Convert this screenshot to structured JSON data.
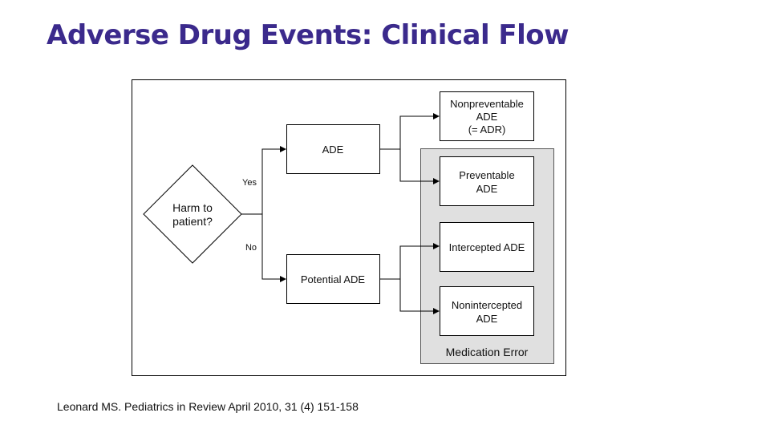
{
  "slide": {
    "title": "Adverse Drug Events: Clinical Flow"
  },
  "diagram": {
    "decision": {
      "line1": "Harm to",
      "line2": "patient?"
    },
    "yes_label": "Yes",
    "no_label": "No",
    "ade": "ADE",
    "potential_ade": "Potential ADE",
    "nonpreventable": {
      "line1": "Nonpreventable",
      "line2": "ADE",
      "line3": "(= ADR)"
    },
    "preventable": {
      "line1": "Preventable",
      "line2": "ADE"
    },
    "intercepted": "Intercepted ADE",
    "nonintercepted": {
      "line1": "Nonintercepted",
      "line2": "ADE"
    },
    "medication_error": "Medication Error"
  },
  "citation": "Leonard MS. Pediatrics in Review April 2010, 31 (4) 151-158",
  "colors": {
    "title": "#3b2a8c",
    "group_fill": "#e0e0e0"
  }
}
